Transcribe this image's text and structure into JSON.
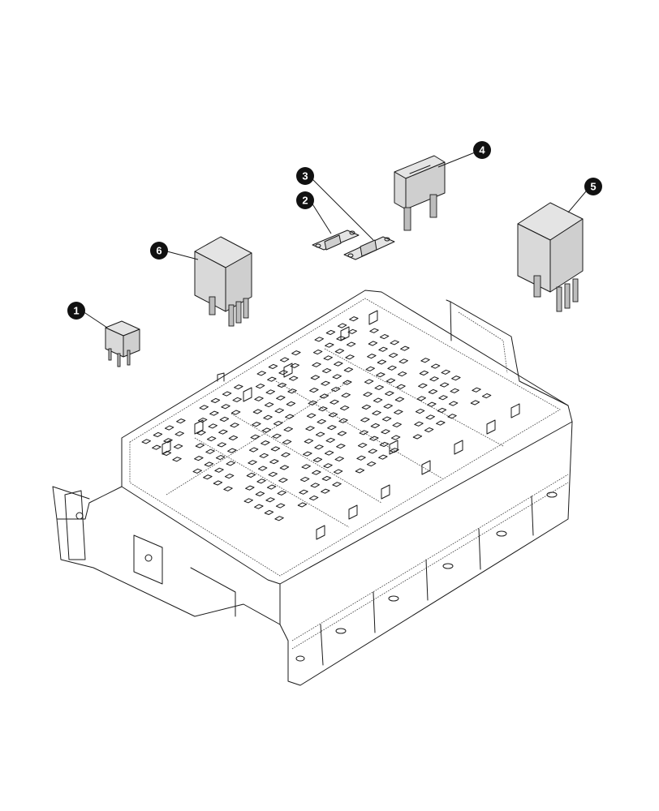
{
  "callouts": [
    {
      "id": "c1",
      "label": "1"
    },
    {
      "id": "c2",
      "label": "2"
    },
    {
      "id": "c3",
      "label": "3"
    },
    {
      "id": "c4",
      "label": "4"
    },
    {
      "id": "c5",
      "label": "5"
    },
    {
      "id": "c6",
      "label": "6"
    }
  ],
  "colors": {
    "line": "#1a1a1a",
    "callout_fill": "#111111",
    "callout_text": "#ffffff",
    "part_shade_top": "#e4e4e4",
    "part_shade_side": "#cfcfcf"
  }
}
